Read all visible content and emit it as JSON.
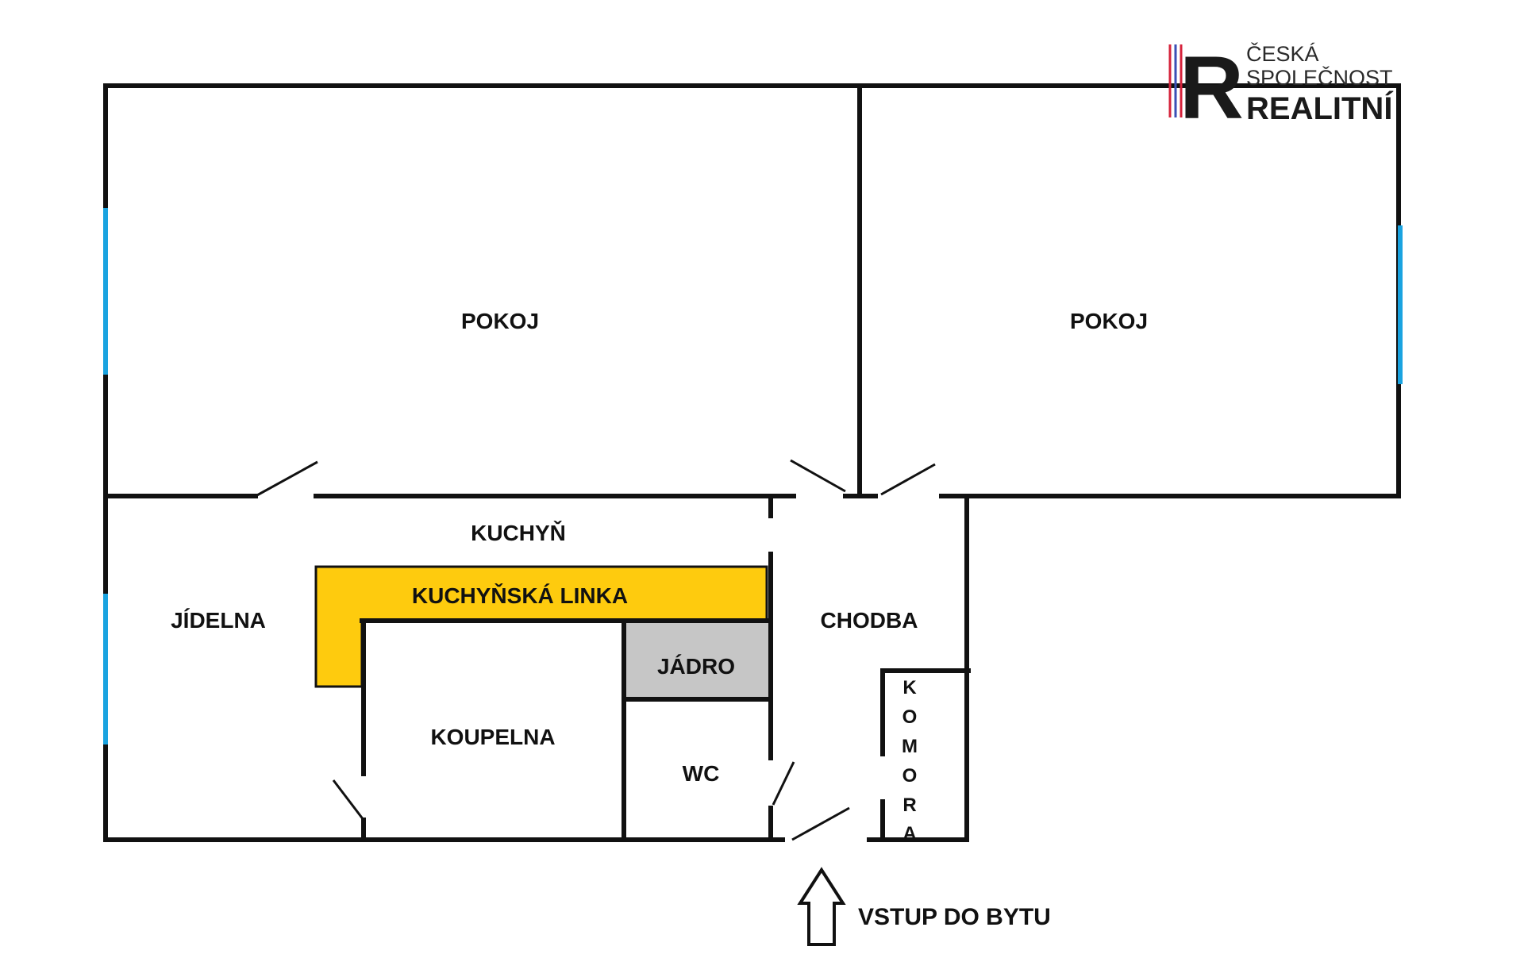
{
  "logo": {
    "line1": "ČESKÁ",
    "line2": "SPOLEČNOST",
    "line3": "REALITNÍ",
    "letter": "R",
    "stripe_colors": [
      "#d6233c",
      "#3a4fb5",
      "#1a1a1a"
    ]
  },
  "rooms": {
    "pokoj_left": "POKOJ",
    "pokoj_right": "POKOJ",
    "kuchyn": "KUCHYŇ",
    "kuchynska_linka": "KUCHYŇSKÁ LINKA",
    "jidelna": "JÍDELNA",
    "chodba": "CHODBA",
    "jadro": "JÁDRO",
    "koupelna": "KOUPELNA",
    "wc": "WC",
    "komora_letters": [
      "K",
      "O",
      "M",
      "O",
      "R",
      "A"
    ]
  },
  "entrance": {
    "label": "VSTUP DO BYTU",
    "icon": "arrow-up-icon"
  },
  "colors": {
    "wall": "#111111",
    "window": "#1aa3e0",
    "kitchen_counter": "#fecb0e",
    "core": "#c6c6c6"
  }
}
